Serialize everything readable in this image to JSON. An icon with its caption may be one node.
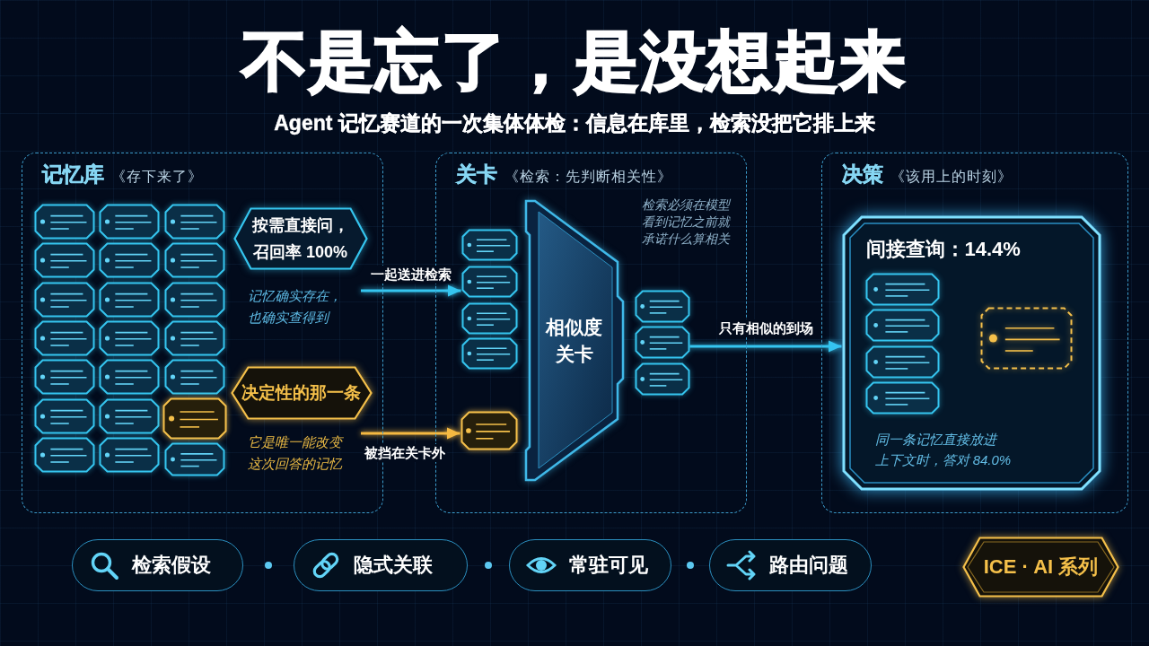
{
  "diagram": {
    "title": "不是忘了，是没想起来",
    "nodes": [
      {
        "text": [
          "记忆库",
          "《存下来了》"
        ]
      },
      {
        "text": [
          "按需直接问，召回率 100%"
        ],
        "in": 0,
        "beside": [
          "记忆确实存在，也确实查得到"
        ]
      },
      {
        "text": [
          "决定性的那一条"
        ],
        "in": 0,
        "beside": [
          "它是唯一能改变这次回答的记忆"
        ]
      },
      {
        "text": [
          "关卡",
          "《检索：先判断相关性》",
          "检索必须在模型看到记忆之前就承诺什么算相关"
        ]
      },
      {
        "text": [],
        "shape": "box",
        "in": 3
      },
      {
        "text": [],
        "shape": "box",
        "in": 3
      },
      {
        "text": [
          "相似度关卡"
        ],
        "in": 3
      },
      {
        "text": [],
        "shape": "box",
        "in": 3
      },
      {
        "text": [
          "决策",
          "《该用上的时刻》"
        ]
      },
      {
        "text": [
          "间接查询：14.4%",
          "同一条记忆直接放进上下文时，答对 84.0%"
        ],
        "in": 8
      },
      {
        "text": [
          "检索假设"
        ]
      },
      {
        "text": [
          "隐式关联"
        ]
      },
      {
        "text": [
          "常驻可见"
        ]
      },
      {
        "text": [
          "路由问题"
        ]
      },
      {
        "text": [
          "ICE · AI 系列"
        ]
      }
    ],
    "edges": [
      {
        "from": null,
        "to": 4,
        "arrow": "to",
        "label": "一起送进检索"
      },
      {
        "from": null,
        "to": 5,
        "arrow": "to",
        "label": "被挡在关卡外",
        "color": "#f5b942"
      },
      {
        "from": 7,
        "to": 9,
        "arrow": "to",
        "label": "只有相似的到场"
      }
    ],
    "labels": [
      "Agent 记忆赛道的一次集体体检：信息在库里，检索没把它排上来"
    ]
  }
}
